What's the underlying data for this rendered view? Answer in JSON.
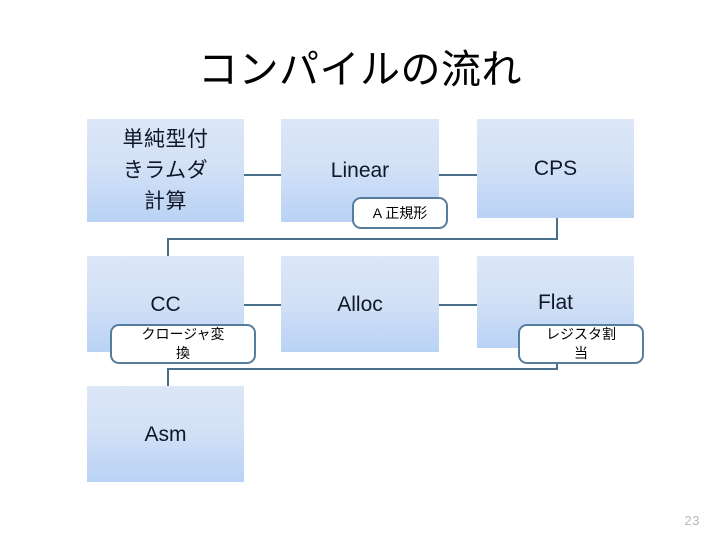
{
  "slide": {
    "title": "コンパイルの流れ",
    "page_number": "23",
    "background_color": "#ffffff",
    "box_gradient_top": "#dce7f7",
    "box_gradient_bottom": "#b9d2f5",
    "connector_color": "#4a6f8a",
    "callout_border_color": "#567d9e",
    "callout_fill_color": "#ffffff",
    "page_number_color": "#b9b9b9"
  },
  "nodes": [
    {
      "id": "stlc",
      "label": "単純型付\nきラムダ\n計算"
    },
    {
      "id": "linear",
      "label": "Linear"
    },
    {
      "id": "cps",
      "label": "CPS"
    },
    {
      "id": "cc",
      "label": "CC"
    },
    {
      "id": "alloc",
      "label": "Alloc"
    },
    {
      "id": "flat",
      "label": "Flat"
    },
    {
      "id": "asm",
      "label": "Asm"
    }
  ],
  "callouts": [
    {
      "id": "a-normal-form",
      "label": "A 正規形"
    },
    {
      "id": "closure-conversion",
      "label": "クロージャ変\n換"
    },
    {
      "id": "register-allocation",
      "label": "レジスタ割\n当"
    }
  ],
  "flow": {
    "sequence": [
      "単純型付きラムダ計算",
      "Linear",
      "CPS",
      "CC",
      "Alloc",
      "Flat",
      "Asm"
    ],
    "edge_labels": {
      "linear_to_cps": "A 正規形",
      "cps_to_cc": "クロージャ変換",
      "flat_to_asm": "レジスタ割当"
    }
  }
}
